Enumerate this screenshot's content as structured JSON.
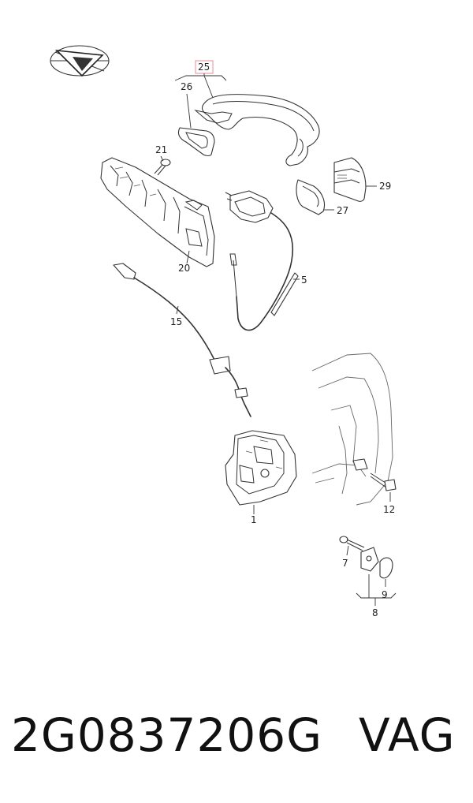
{
  "callouts": {
    "c1": "1",
    "c5": "5",
    "c7": "7",
    "c8": "8",
    "c9": "9",
    "c12": "12",
    "c15": "15",
    "c20": "20",
    "c21": "21",
    "c25": "25",
    "c26": "26",
    "c27": "27",
    "c29": "29"
  },
  "highlight_color": "#e8a0a8",
  "footer": {
    "part_number": "2G0837206G",
    "brand": "VAG"
  }
}
